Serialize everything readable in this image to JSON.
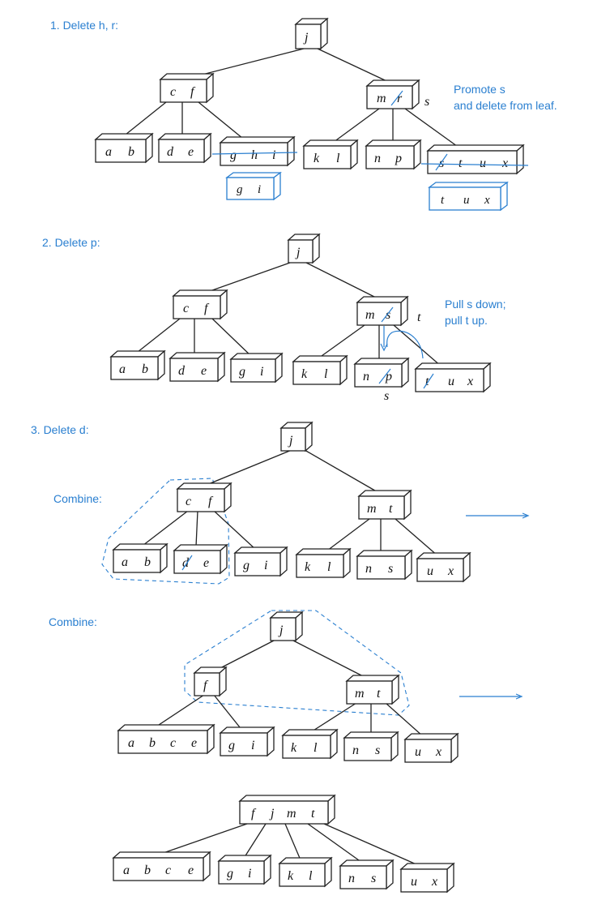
{
  "steps": [
    {
      "label": "1. Delete h, r:",
      "note_lines": [
        "Promote s",
        "and delete from leaf."
      ]
    },
    {
      "label": "2. Delete p:",
      "note_lines": [
        "Pull s down;",
        "pull t up."
      ]
    },
    {
      "label": "3. Delete d:"
    }
  ],
  "combine_labels": [
    "Combine:",
    "Combine:"
  ],
  "nodes": {
    "s1_root": [
      "j"
    ],
    "s1_left": [
      "c",
      "f"
    ],
    "s1_right": [
      "m",
      "r"
    ],
    "s1_aside": "s",
    "s1_leaf_ab": [
      "a",
      "b"
    ],
    "s1_leaf_de": [
      "d",
      "e"
    ],
    "s1_leaf_ghi": [
      "g",
      "h",
      "i"
    ],
    "s1_leaf_kl": [
      "k",
      "l"
    ],
    "s1_leaf_np": [
      "n",
      "p"
    ],
    "s1_leaf_stux": [
      "s",
      "t",
      "u",
      "x"
    ],
    "s1_new_gi": [
      "g",
      "i"
    ],
    "s1_new_tux": [
      "t",
      "u",
      "x"
    ],
    "s2_root": [
      "j"
    ],
    "s2_left": [
      "c",
      "f"
    ],
    "s2_right": [
      "m",
      "s"
    ],
    "s2_aside_t": "t",
    "s2_leaf_ab": [
      "a",
      "b"
    ],
    "s2_leaf_de": [
      "d",
      "e"
    ],
    "s2_leaf_gi": [
      "g",
      "i"
    ],
    "s2_leaf_kl": [
      "k",
      "l"
    ],
    "s2_leaf_np": [
      "n",
      "p"
    ],
    "s2_below_s": "s",
    "s2_leaf_tux": [
      "t",
      "u",
      "x"
    ],
    "s3_root": [
      "j"
    ],
    "s3_left": [
      "c",
      "f"
    ],
    "s3_right": [
      "m",
      "t"
    ],
    "s3_leaf_ab": [
      "a",
      "b"
    ],
    "s3_leaf_de": [
      "d",
      "e"
    ],
    "s3_leaf_gi": [
      "g",
      "i"
    ],
    "s3_leaf_kl": [
      "k",
      "l"
    ],
    "s3_leaf_ns": [
      "n",
      "s"
    ],
    "s3_leaf_ux": [
      "u",
      "x"
    ],
    "s4_root": [
      "j"
    ],
    "s4_left": [
      "f"
    ],
    "s4_right": [
      "m",
      "t"
    ],
    "s4_leaf_abce": [
      "a",
      "b",
      "c",
      "e"
    ],
    "s4_leaf_gi": [
      "g",
      "i"
    ],
    "s4_leaf_kl": [
      "k",
      "l"
    ],
    "s4_leaf_ns": [
      "n",
      "s"
    ],
    "s4_leaf_ux": [
      "u",
      "x"
    ],
    "s5_root": [
      "f",
      "j",
      "m",
      "t"
    ],
    "s5_leaf_abce": [
      "a",
      "b",
      "c",
      "e"
    ],
    "s5_leaf_gi": [
      "g",
      "i"
    ],
    "s5_leaf_kl": [
      "k",
      "l"
    ],
    "s5_leaf_ns": [
      "n",
      "s"
    ],
    "s5_leaf_ux": [
      "u",
      "x"
    ]
  }
}
